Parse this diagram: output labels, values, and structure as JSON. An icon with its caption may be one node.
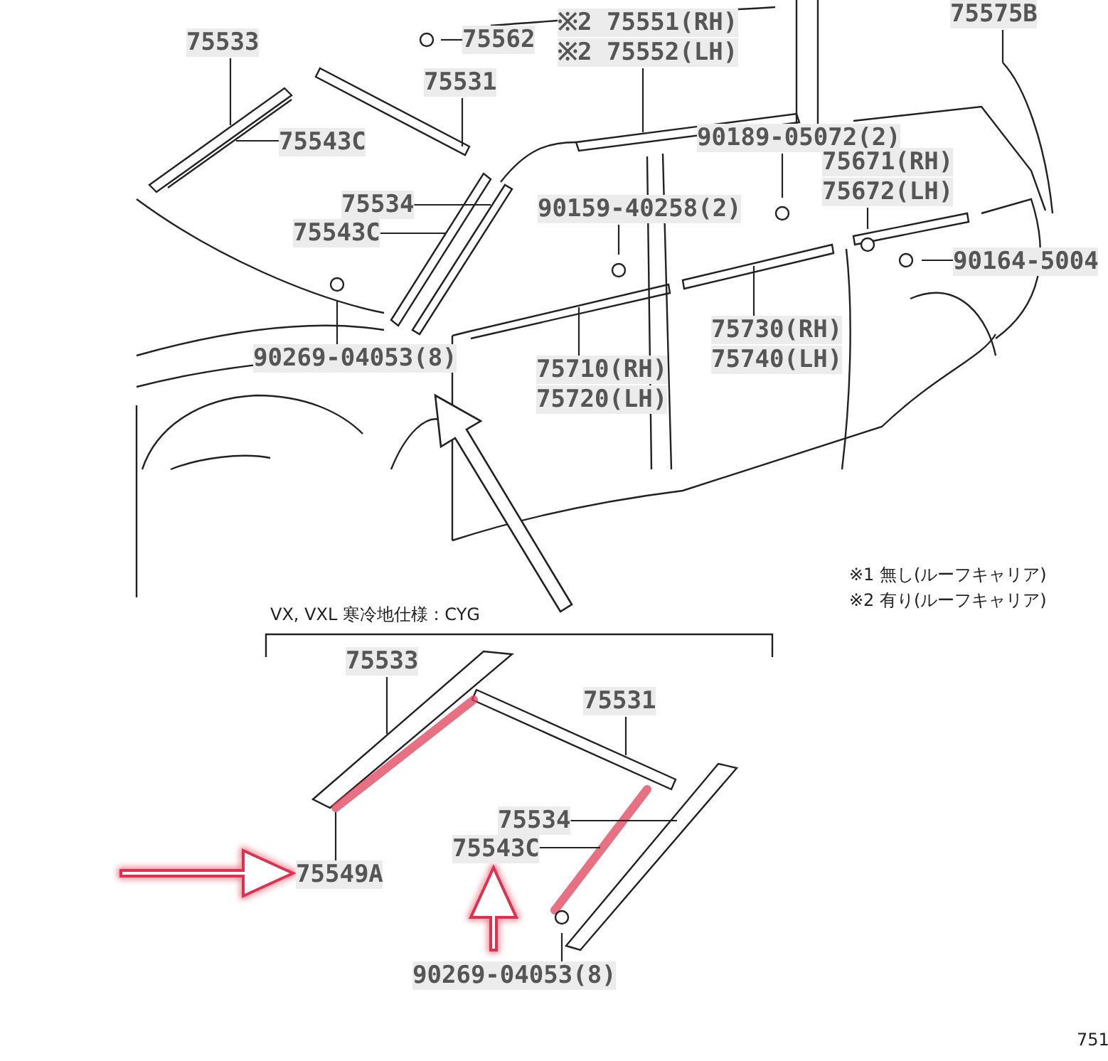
{
  "diagram": {
    "nodes": [
      {
        "text": [
          "75533"
        ]
      },
      {
        "text": [
          "75562"
        ]
      },
      {
        "text": [
          "※2 75551(RH)",
          "※2 75552(LH)"
        ]
      },
      {
        "text": [
          "75575B"
        ]
      },
      {
        "text": [
          "75531"
        ]
      },
      {
        "text": [
          "75543C"
        ]
      },
      {
        "text": [
          "90189-05072(2)"
        ]
      },
      {
        "text": [
          "75671(RH)",
          "75672(LH)"
        ]
      },
      {
        "text": [
          "75534"
        ]
      },
      {
        "text": [
          "75543C"
        ]
      },
      {
        "text": [
          "90159-40258(2)"
        ]
      },
      {
        "text": [
          "90164-5004"
        ]
      },
      {
        "text": [
          "90269-04053(8)"
        ]
      },
      {
        "text": [
          "75710(RH)",
          "75720(LH)"
        ]
      },
      {
        "text": [
          "75730(RH)",
          "75740(LH)"
        ]
      },
      {
        "text": [
          "75533"
        ]
      },
      {
        "text": [
          "75531"
        ]
      },
      {
        "text": [
          "75534"
        ]
      },
      {
        "text": [
          "75543C"
        ]
      },
      {
        "text": [
          "75549A"
        ]
      },
      {
        "text": [
          "90269-04053(8)"
        ]
      }
    ],
    "edges": [
      {
        "from": 0,
        "to": null,
        "arrow": "none"
      },
      {
        "from": 1,
        "to": null,
        "arrow": "none"
      },
      {
        "from": 2,
        "to": null,
        "arrow": "none"
      },
      {
        "from": 3,
        "to": null,
        "arrow": "none"
      },
      {
        "from": 4,
        "to": null,
        "arrow": "none"
      },
      {
        "from": 5,
        "to": null,
        "arrow": "none"
      },
      {
        "from": 6,
        "to": null,
        "arrow": "none"
      },
      {
        "from": 7,
        "to": null,
        "arrow": "none"
      },
      {
        "from": 8,
        "to": null,
        "arrow": "none"
      },
      {
        "from": 9,
        "to": null,
        "arrow": "none"
      },
      {
        "from": 10,
        "to": null,
        "arrow": "none"
      },
      {
        "from": 11,
        "to": null,
        "arrow": "none"
      },
      {
        "from": 12,
        "to": null,
        "arrow": "none"
      },
      {
        "from": 13,
        "to": null,
        "arrow": "none"
      },
      {
        "from": 14,
        "to": null,
        "arrow": "none"
      },
      {
        "from": 15,
        "to": null,
        "arrow": "none"
      },
      {
        "from": 16,
        "to": null,
        "arrow": "none"
      },
      {
        "from": 17,
        "to": null,
        "arrow": "none"
      },
      {
        "from": 18,
        "to": null,
        "arrow": "none"
      },
      {
        "from": 19,
        "to": null,
        "arrow": "none"
      },
      {
        "from": 20,
        "to": null,
        "arrow": "none"
      },
      {
        "from": null,
        "to": 19,
        "arrow": "to",
        "color": "#e03050",
        "style": "thick"
      },
      {
        "from": null,
        "to": 18,
        "arrow": "to",
        "color": "#e03050",
        "style": "thick"
      }
    ],
    "labels": [
      "※1 無し(ルーフキャリア)",
      "※2 有り(ルーフキャリア)",
      "VX, VXL 寒冷地仕様 : CYG",
      "751"
    ]
  }
}
